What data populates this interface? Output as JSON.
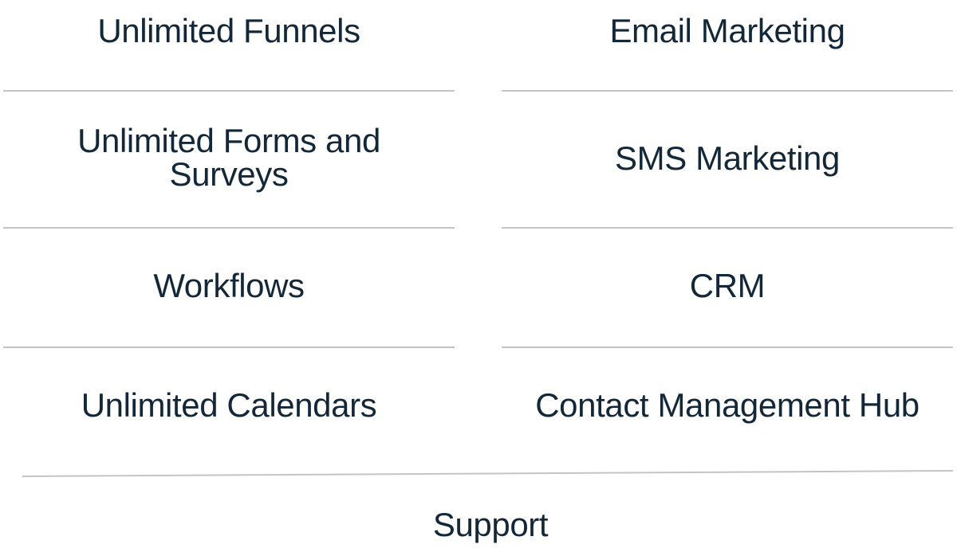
{
  "features": {
    "left": [
      "Unlimited Funnels",
      "Unlimited Forms and Surveys",
      "Workflows",
      "Unlimited Calendars"
    ],
    "right": [
      "Email Marketing",
      "SMS Marketing",
      "CRM",
      "Contact Management Hub"
    ],
    "bottom": "Support"
  },
  "colors": {
    "text": "#12273a",
    "divider": "#c4c4c4",
    "background": "#ffffff"
  }
}
